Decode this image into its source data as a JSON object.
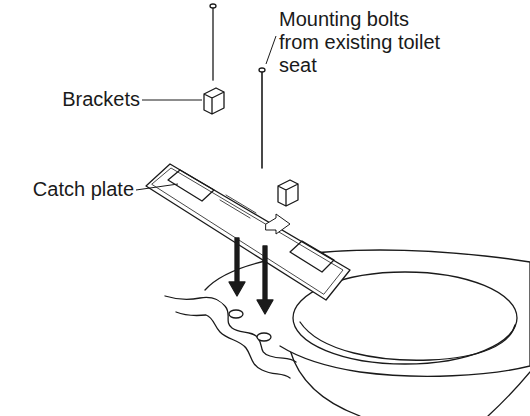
{
  "diagram": {
    "labels": [
      "Brackets",
      "Mounting bolts from existing toilet seat",
      "Catch plate"
    ]
  }
}
